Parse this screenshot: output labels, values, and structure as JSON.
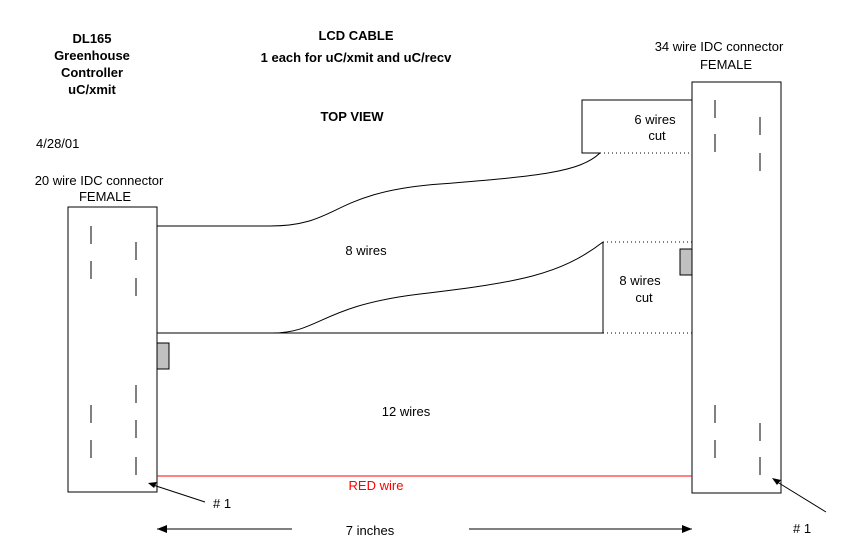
{
  "header": {
    "title": "LCD CABLE",
    "subtitle": "1 each for uC/xmit and  uC/recv"
  },
  "left_label": {
    "line1": "DL165",
    "line2": "Greenhouse",
    "line3": "Controller",
    "line4": "uC/xmit"
  },
  "date": "4/28/01",
  "view_label": "TOP VIEW",
  "left_connector": {
    "line1": "20 wire IDC connector",
    "line2": "FEMALE",
    "pin_label": "# 1"
  },
  "right_connector": {
    "line1": "34 wire IDC connector",
    "line2": "FEMALE",
    "pin_label": "# 1"
  },
  "wires": {
    "six_line1": "6 wires",
    "six_line2": "cut",
    "eight": "8 wires",
    "eight_cut_line1": "8 wires",
    "eight_cut_line2": "cut",
    "twelve": "12 wires",
    "red": "RED wire"
  },
  "dimension": "7 inches",
  "colors": {
    "red_wire": "#ff0000",
    "red_text": "#ff0000",
    "key_fill": "#c0c0c0"
  }
}
